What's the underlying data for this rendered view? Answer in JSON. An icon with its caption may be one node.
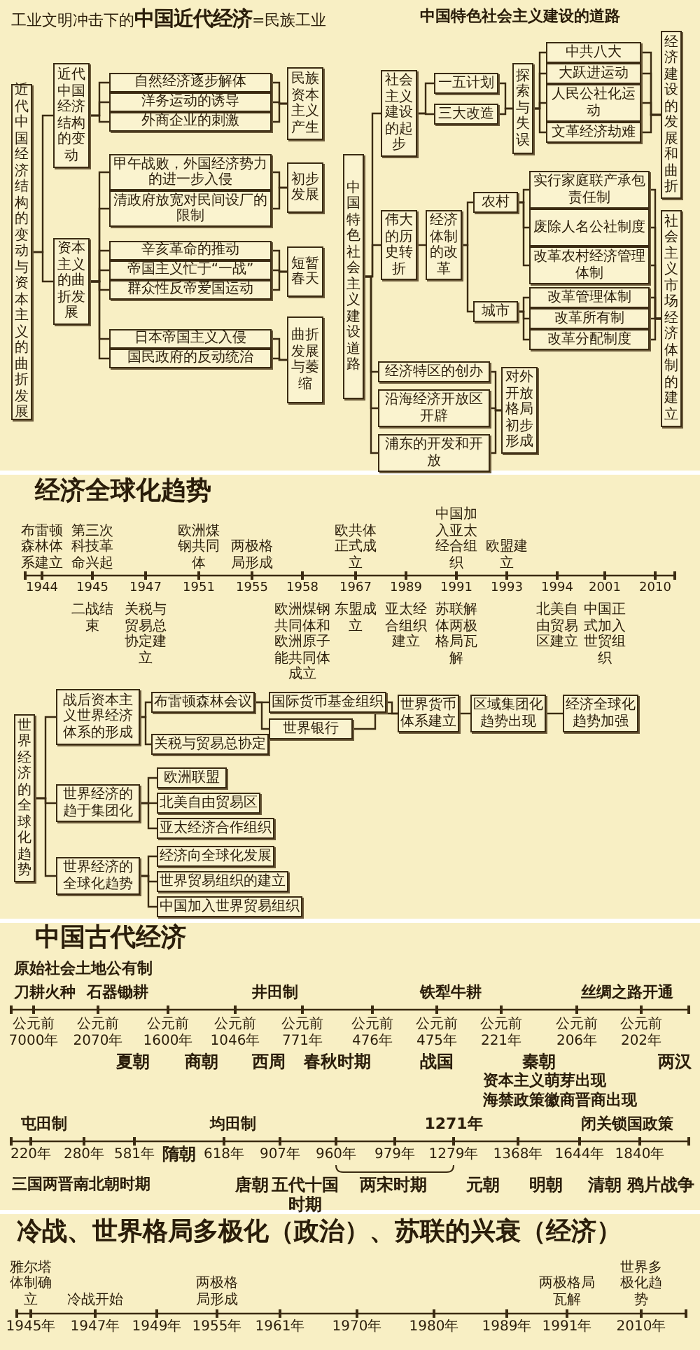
{
  "diagram": {
    "nodes": [
      {
        "text": [
          "近代中国经济结构的变动与资本主义的曲折发展"
        ]
      },
      {
        "text": [
          "近代中国经济结构的变动"
        ]
      },
      {
        "text": [
          "自然经济逐步解体"
        ]
      },
      {
        "text": [
          "洋务运动的诱导"
        ]
      },
      {
        "text": [
          "外商企业的刺激"
        ]
      },
      {
        "text": [
          "民族资本主义产生"
        ]
      },
      {
        "text": [
          "资本主义的曲折发展"
        ]
      },
      {
        "text": [
          "甲午战败，外国经济势力的进一步入侵"
        ]
      },
      {
        "text": [
          "清政府放宽对民间设厂的限制"
        ]
      },
      {
        "text": [
          "初步发展"
        ]
      },
      {
        "text": [
          "辛亥革命的推动"
        ]
      },
      {
        "text": [
          "帝国主义忙于“一战”"
        ]
      },
      {
        "text": [
          "群众性反帝爱国运动"
        ]
      },
      {
        "text": [
          "短暂春天"
        ]
      },
      {
        "text": [
          "日本帝国主义入侵"
        ]
      },
      {
        "text": [
          "国民政府的反动统治"
        ]
      },
      {
        "text": [
          "曲折发展与萎缩"
        ]
      },
      {
        "text": [
          "中国特色社会主义建设道路"
        ]
      },
      {
        "text": [
          "社会主义建设的起步"
        ]
      },
      {
        "text": [
          "一五计划"
        ]
      },
      {
        "text": [
          "三大改造"
        ]
      },
      {
        "text": [
          "探索与失误"
        ]
      },
      {
        "text": [
          "中共八大"
        ]
      },
      {
        "text": [
          "大跃进运动"
        ]
      },
      {
        "text": [
          "人民公社化运动"
        ]
      },
      {
        "text": [
          "文革经济劫难"
        ]
      },
      {
        "text": [
          "经济建设的发展和曲折"
        ]
      },
      {
        "text": [
          "伟大的历史转折"
        ]
      },
      {
        "text": [
          "经济体制的改革"
        ]
      },
      {
        "text": [
          "农村"
        ]
      },
      {
        "text": [
          "实行家庭联产承包责任制"
        ]
      },
      {
        "text": [
          "废除人名公社制度"
        ]
      },
      {
        "text": [
          "改革农村经济管理体制"
        ]
      },
      {
        "text": [
          "城市"
        ]
      },
      {
        "text": [
          "改革管理体制"
        ]
      },
      {
        "text": [
          "改革所有制"
        ]
      },
      {
        "text": [
          "改革分配制度"
        ]
      },
      {
        "text": [
          "社会主义市场经济体制的建立"
        ]
      },
      {
        "text": [
          "经济特区的创办"
        ]
      },
      {
        "text": [
          "沿海经济开放区开辟"
        ]
      },
      {
        "text": [
          "浦东的开发和开放"
        ]
      },
      {
        "text": [
          "对外开放格局初步形成"
        ]
      },
      {
        "text": [
          "世界经济的全球化趋势"
        ]
      },
      {
        "text": [
          "战后资本主义世界经济体系的形成"
        ]
      },
      {
        "text": [
          "布雷顿森林会议"
        ]
      },
      {
        "text": [
          "关税与贸易总协定"
        ]
      },
      {
        "text": [
          "国际货币基金组织"
        ]
      },
      {
        "text": [
          "世界银行"
        ]
      },
      {
        "text": [
          "世界货币体系建立"
        ]
      },
      {
        "text": [
          "区域集团化趋势出现"
        ]
      },
      {
        "text": [
          "经济全球化趋势加强"
        ]
      },
      {
        "text": [
          "世界经济的趋于集团化"
        ]
      },
      {
        "text": [
          "欧洲联盟"
        ]
      },
      {
        "text": [
          "北美自由贸易区"
        ]
      },
      {
        "text": [
          "亚太经济合作组织"
        ]
      },
      {
        "text": [
          "世界经济的全球化趋势"
        ]
      },
      {
        "text": [
          "经济向全球化发展"
        ]
      },
      {
        "text": [
          "世界贸易组织的建立"
        ]
      },
      {
        "text": [
          "中国加入世界贸易组织"
        ]
      }
    ],
    "edges": [
      {
        "from": 0,
        "to": 1,
        "arrow": "none"
      },
      {
        "from": 0,
        "to": 6,
        "arrow": "none"
      },
      {
        "from": 1,
        "to": 2,
        "arrow": "none"
      },
      {
        "from": 1,
        "to": 3,
        "arrow": "none"
      },
      {
        "from": 1,
        "to": 4,
        "arrow": "none"
      },
      {
        "from": 2,
        "to": 5,
        "arrow": "none"
      },
      {
        "from": 3,
        "to": 5,
        "arrow": "none"
      },
      {
        "from": 4,
        "to": 5,
        "arrow": "none"
      },
      {
        "from": 6,
        "to": 7,
        "arrow": "none"
      },
      {
        "from": 6,
        "to": 8,
        "arrow": "none"
      },
      {
        "from": 6,
        "to": 10,
        "arrow": "none"
      },
      {
        "from": 6,
        "to": 11,
        "arrow": "none"
      },
      {
        "from": 6,
        "to": 12,
        "arrow": "none"
      },
      {
        "from": 6,
        "to": 14,
        "arrow": "none"
      },
      {
        "from": 6,
        "to": 15,
        "arrow": "none"
      },
      {
        "from": 7,
        "to": 9,
        "arrow": "none"
      },
      {
        "from": 8,
        "to": 9,
        "arrow": "none"
      },
      {
        "from": 10,
        "to": 13,
        "arrow": "none"
      },
      {
        "from": 11,
        "to": 13,
        "arrow": "none"
      },
      {
        "from": 12,
        "to": 13,
        "arrow": "none"
      },
      {
        "from": 14,
        "to": 16,
        "arrow": "none"
      },
      {
        "from": 15,
        "to": 16,
        "arrow": "none"
      },
      {
        "from": 17,
        "to": 18,
        "arrow": "none"
      },
      {
        "from": 17,
        "to": 27,
        "arrow": "none"
      },
      {
        "from": 17,
        "to": 38,
        "arrow": "none"
      },
      {
        "from": 17,
        "to": 39,
        "arrow": "none"
      },
      {
        "from": 17,
        "to": 40,
        "arrow": "none"
      },
      {
        "from": 18,
        "to": 19,
        "arrow": "none"
      },
      {
        "from": 18,
        "to": 20,
        "arrow": "none"
      },
      {
        "from": 19,
        "to": 21,
        "arrow": "none"
      },
      {
        "from": 20,
        "to": 21,
        "arrow": "none"
      },
      {
        "from": 21,
        "to": 22,
        "arrow": "none"
      },
      {
        "from": 21,
        "to": 23,
        "arrow": "none"
      },
      {
        "from": 21,
        "to": 24,
        "arrow": "none"
      },
      {
        "from": 21,
        "to": 25,
        "arrow": "none"
      },
      {
        "from": 22,
        "to": 26,
        "arrow": "none"
      },
      {
        "from": 23,
        "to": 26,
        "arrow": "none"
      },
      {
        "from": 24,
        "to": 26,
        "arrow": "none"
      },
      {
        "from": 25,
        "to": 26,
        "arrow": "none"
      },
      {
        "from": 27,
        "to": 28,
        "arrow": "none"
      },
      {
        "from": 28,
        "to": 29,
        "arrow": "none"
      },
      {
        "from": 28,
        "to": 33,
        "arrow": "none"
      },
      {
        "from": 29,
        "to": 30,
        "arrow": "none"
      },
      {
        "from": 29,
        "to": 31,
        "arrow": "none"
      },
      {
        "from": 29,
        "to": 32,
        "arrow": "none"
      },
      {
        "from": 33,
        "to": 34,
        "arrow": "none"
      },
      {
        "from": 33,
        "to": 35,
        "arrow": "none"
      },
      {
        "from": 33,
        "to": 36,
        "arrow": "none"
      },
      {
        "from": 30,
        "to": 37,
        "arrow": "none"
      },
      {
        "from": 31,
        "to": 37,
        "arrow": "none"
      },
      {
        "from": 32,
        "to": 37,
        "arrow": "none"
      },
      {
        "from": 34,
        "to": 37,
        "arrow": "none"
      },
      {
        "from": 35,
        "to": 37,
        "arrow": "none"
      },
      {
        "from": 36,
        "to": 37,
        "arrow": "none"
      },
      {
        "from": 38,
        "to": 41,
        "arrow": "none"
      },
      {
        "from": 39,
        "to": 41,
        "arrow": "none"
      },
      {
        "from": 40,
        "to": 41,
        "arrow": "none"
      },
      {
        "from": 42,
        "to": 43,
        "arrow": "none"
      },
      {
        "from": 42,
        "to": 51,
        "arrow": "none"
      },
      {
        "from": 42,
        "to": 55,
        "arrow": "none"
      },
      {
        "from": 43,
        "to": 44,
        "arrow": "none"
      },
      {
        "from": 43,
        "to": 45,
        "arrow": "none"
      },
      {
        "from": 44,
        "to": 46,
        "arrow": "none"
      },
      {
        "from": 44,
        "to": 47,
        "arrow": "none"
      },
      {
        "from": 46,
        "to": 48,
        "arrow": "none"
      },
      {
        "from": 47,
        "to": 48,
        "arrow": "none"
      },
      {
        "from": 48,
        "to": 49,
        "arrow": "none"
      },
      {
        "from": 49,
        "to": 50,
        "arrow": "none"
      },
      {
        "from": 51,
        "to": 52,
        "arrow": "none"
      },
      {
        "from": 51,
        "to": 53,
        "arrow": "none"
      },
      {
        "from": 51,
        "to": 54,
        "arrow": "none"
      },
      {
        "from": 55,
        "to": 56,
        "arrow": "none"
      },
      {
        "from": 55,
        "to": 57,
        "arrow": "none"
      },
      {
        "from": 55,
        "to": 58,
        "arrow": "none"
      }
    ],
    "labels": [
      "工业文明冲击下的**中国近代经济**=民族工业",
      "中国特色社会主义建设的道路",
      "经济全球化趋势",
      "布雷顿森林体系建立",
      "第三次科技革命兴起",
      "欧洲煤钢共同体",
      "两极格局形成",
      "欧共体正式成立",
      "中国加入亚太经合组织",
      "欧盟建立",
      "1944",
      "1945",
      "1947",
      "1951",
      "1955",
      "1958",
      "1967",
      "1989",
      "1991",
      "1993",
      "1994",
      "2001",
      "2010",
      "二战结束",
      "关税与贸易总协定建立",
      "欧洲煤钢共同体和欧洲原子能共同体成立",
      "东盟成立",
      "亚太经合组织建立",
      "苏联解体两极格局瓦解",
      "北美自由贸易区建立",
      "中国正式加入世贸组织",
      "中国古代经济",
      "原始社会土地公有制",
      "刀耕火种",
      "石器锄耕",
      "井田制",
      "铁犁牛耕",
      "丝绸之路开通",
      "公元前7000年",
      "公元前2070年",
      "公元前1600年",
      "公元前1046年",
      "公元前771年",
      "公元前476年",
      "公元前475年",
      "公元前221年",
      "公元前206年",
      "公元前202年",
      "夏朝",
      "商朝",
      "西周",
      "春秋时期",
      "战国",
      "秦朝",
      "两汉",
      "资本主义萌芽出现",
      "海禁政策徽商晋商出现",
      "屯田制",
      "均田制",
      "1271年",
      "闭关锁国政策",
      "220年",
      "280年",
      "581年",
      "隋朝",
      "618年",
      "907年",
      "960年",
      "979年",
      "1279年",
      "1368年",
      "1644年",
      "1840年",
      "三国两晋南北朝时期",
      "唐朝",
      "五代十国时期",
      "两宋时期",
      "元朝",
      "明朝",
      "清朝",
      "鸦片战争",
      "冷战、世界格局多极化（政治）、苏联的兴衰（经济）",
      "雅尔塔体制确立",
      "冷战开始",
      "两极格局形成",
      "两极格局瓦解",
      "世界多极化趋势",
      "1945年",
      "1947年",
      "1949年",
      "1955年",
      "1961年",
      "1970年",
      "1980年",
      "1989年",
      "1991年",
      "2010年"
    ]
  }
}
